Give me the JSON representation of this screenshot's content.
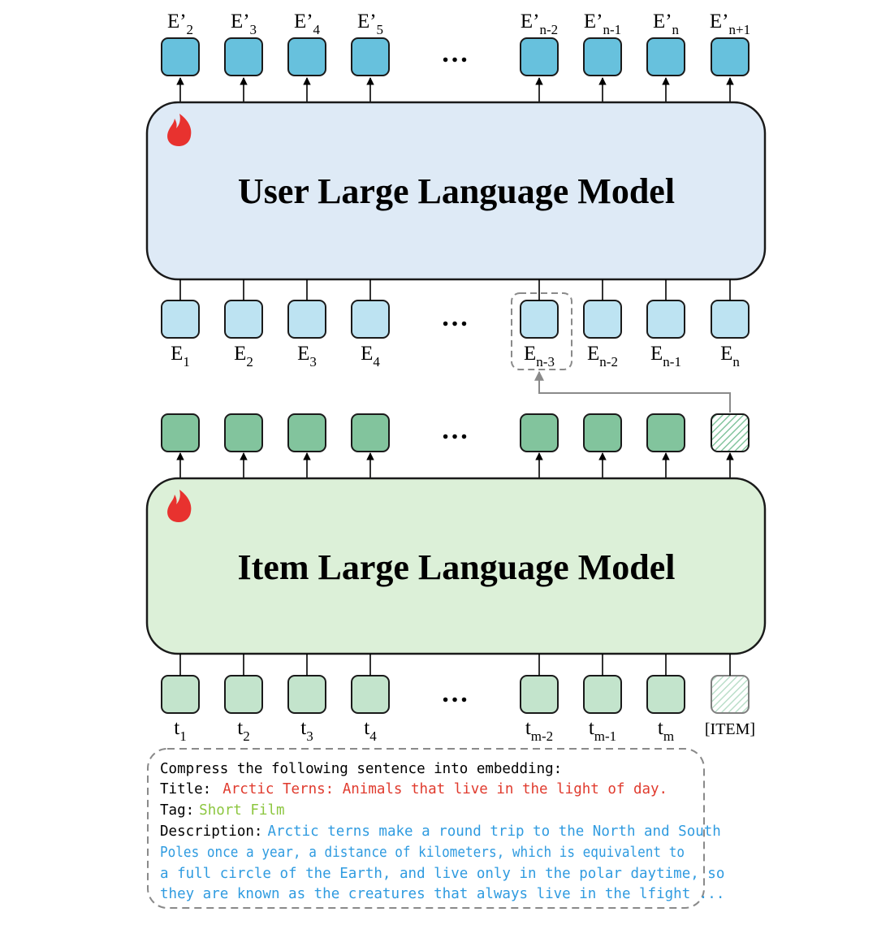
{
  "user_model": {
    "title": "User Large Language Model",
    "output_tokens": [
      {
        "base": "E’",
        "sub": "2"
      },
      {
        "base": "E’",
        "sub": "3"
      },
      {
        "base": "E’",
        "sub": "4"
      },
      {
        "base": "E’",
        "sub": "5"
      },
      {
        "base": "E’",
        "sub": "n-2"
      },
      {
        "base": "E’",
        "sub": "n-1"
      },
      {
        "base": "E’",
        "sub": "n"
      },
      {
        "base": "E’",
        "sub": "n+1"
      }
    ],
    "input_tokens": [
      {
        "base": "E",
        "sub": "1"
      },
      {
        "base": "E",
        "sub": "2"
      },
      {
        "base": "E",
        "sub": "3"
      },
      {
        "base": "E",
        "sub": "4"
      },
      {
        "base": "E",
        "sub": "n-3"
      },
      {
        "base": "E",
        "sub": "n-2"
      },
      {
        "base": "E",
        "sub": "n-1"
      },
      {
        "base": "E",
        "sub": "n"
      }
    ]
  },
  "item_model": {
    "title": "Item Large Language Model",
    "input_tokens": [
      {
        "base": "t",
        "sub": "1"
      },
      {
        "base": "t",
        "sub": "2"
      },
      {
        "base": "t",
        "sub": "3"
      },
      {
        "base": "t",
        "sub": "4"
      },
      {
        "base": "t",
        "sub": "m-2"
      },
      {
        "base": "t",
        "sub": "m-1"
      },
      {
        "base": "t",
        "sub": "m"
      },
      {
        "base": "[ITEM]",
        "sub": ""
      }
    ]
  },
  "ellipsis": "…",
  "prompt": {
    "line1": "Compress the following sentence into embedding:",
    "title_label": "Title:",
    "title_value": "Arctic Terns: Animals that live in the light of day.",
    "tag_label": "Tag:",
    "tag_value": "Short Film",
    "desc_label": "Description:",
    "desc_lines": [
      "Arctic terns make a round trip to the North and South",
      "Poles once a year, a distance of kilometers, which is equivalent to",
      "a full circle of the Earth, and live only in the polar daytime, so",
      "they are known as the creatures that always live in the lfight ..."
    ]
  },
  "colors": {
    "user_box_fill": "#deeaf6",
    "item_box_fill": "#dcf0d8",
    "output_token_blue": "#67c1dd",
    "input_token_blue": "#bde3f2",
    "output_token_green": "#82c49d",
    "input_token_green": "#c3e4cc",
    "fire": "#e8322f",
    "title_red": "#e03b2e",
    "tag_green": "#8cc63f",
    "desc_blue": "#2f9be0"
  },
  "icons": {
    "trainable": "fire-icon",
    "special_token": "hatched-token-icon"
  }
}
